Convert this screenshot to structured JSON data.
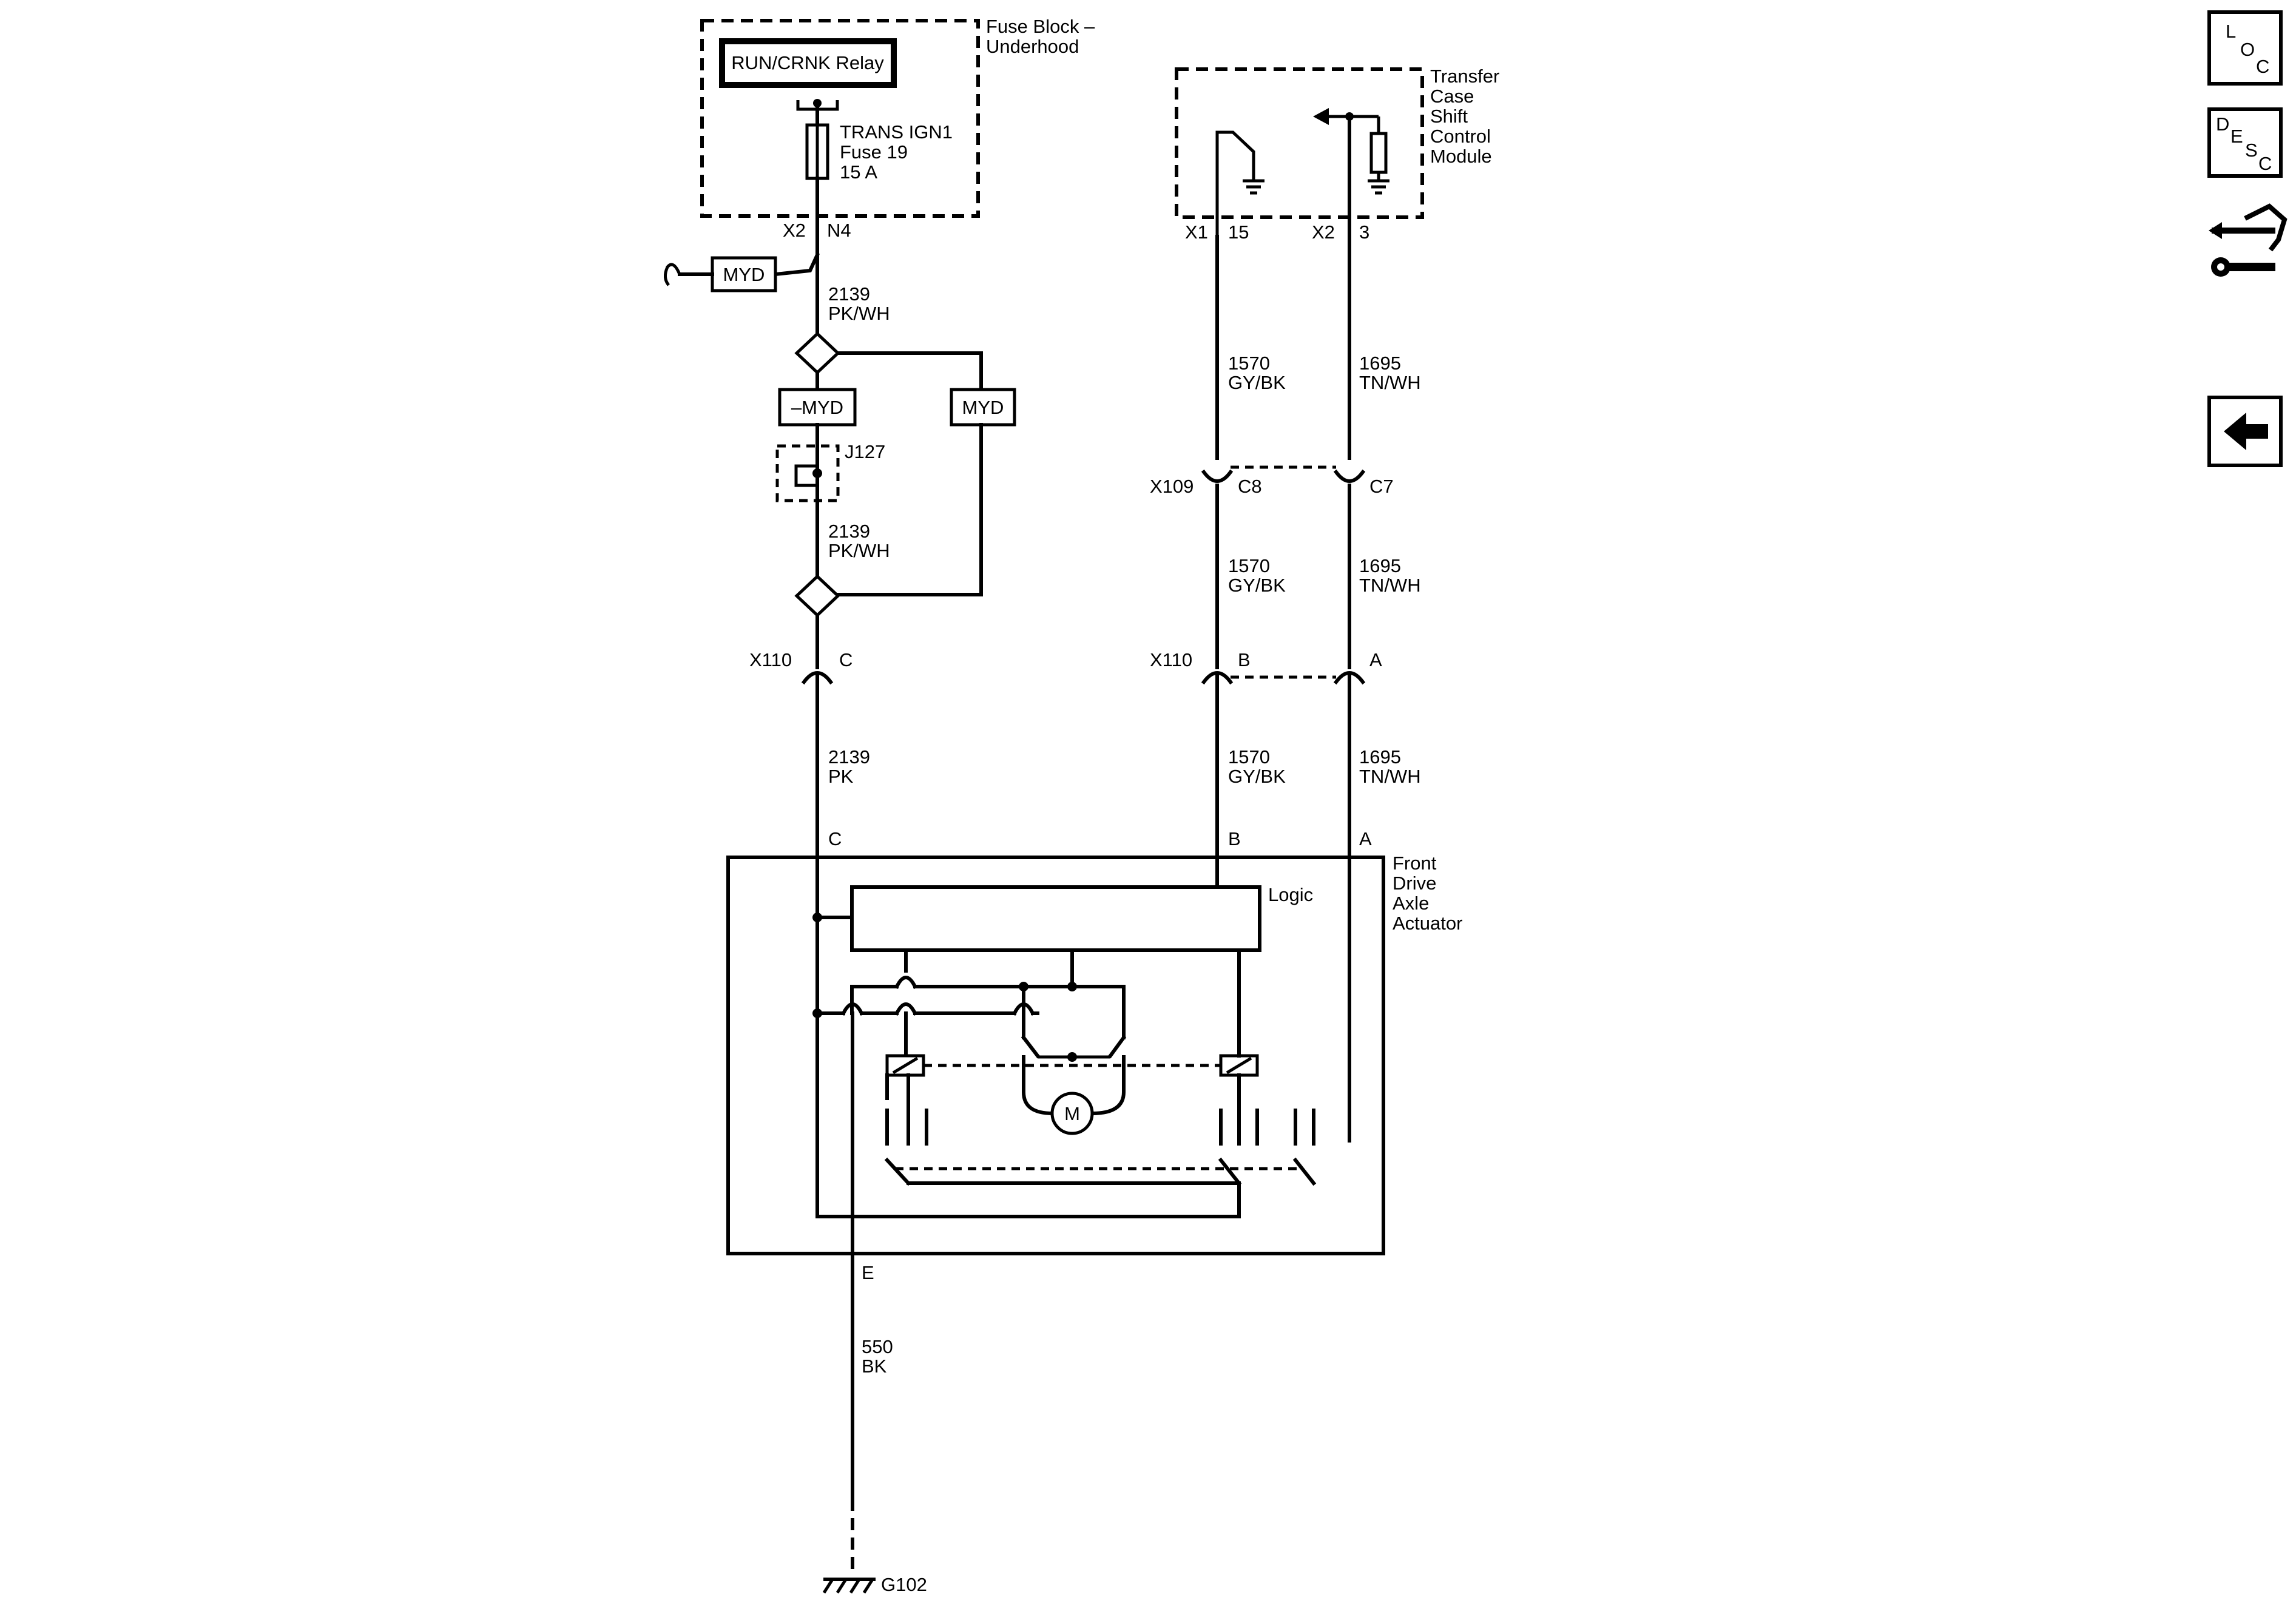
{
  "fuse_block": {
    "label_line1": "Fuse Block –",
    "label_line2": "Underhood",
    "relay": "RUN/CRNK Relay",
    "fuse_line1": "TRANS IGN1",
    "fuse_line2": "Fuse 19",
    "fuse_line3": "15 A",
    "conn_x2": "X2",
    "conn_n4": "N4"
  },
  "tccm": {
    "line1": "Transfer",
    "line2": "Case",
    "line3": "Shift",
    "line4": "Control",
    "line5": "Module",
    "x1": "X1",
    "pin15": "15",
    "x2": "X2",
    "pin3": "3"
  },
  "options": {
    "myd_top": "MYD",
    "not_myd": "–MYD",
    "myd_right": "MYD"
  },
  "splice": {
    "j127": "J127"
  },
  "wires": {
    "w2139_a_num": "2139",
    "w2139_a_col": "PK/WH",
    "w2139_b_num": "2139",
    "w2139_b_col": "PK/WH",
    "w2139_c_num": "2139",
    "w2139_c_col": "PK",
    "w1570_a_num": "1570",
    "w1570_a_col": "GY/BK",
    "w1570_b_num": "1570",
    "w1570_b_col": "GY/BK",
    "w1570_c_num": "1570",
    "w1570_c_col": "GY/BK",
    "w1695_a_num": "1695",
    "w1695_a_col": "TN/WH",
    "w1695_b_num": "1695",
    "w1695_b_col": "TN/WH",
    "w1695_c_num": "1695",
    "w1695_c_col": "TN/WH",
    "w550_num": "550",
    "w550_col": "BK"
  },
  "connectors": {
    "x109": "X109",
    "c8": "C8",
    "c7": "C7",
    "x110_left": "X110",
    "pin_c": "C",
    "x110_right": "X110",
    "pin_b": "B",
    "pin_a": "A"
  },
  "actuator": {
    "line1": "Front",
    "line2": "Drive",
    "line3": "Axle",
    "line4": "Actuator",
    "logic": "Logic",
    "pin_c": "C",
    "pin_b": "B",
    "pin_a": "A",
    "pin_e": "E",
    "motor": "M"
  },
  "ground": {
    "label": "G102"
  },
  "nav": {
    "loc": {
      "l": "L",
      "o": "O",
      "c": "C"
    },
    "desc": {
      "d": "D",
      "e": "E",
      "s": "S",
      "c": "C"
    }
  }
}
